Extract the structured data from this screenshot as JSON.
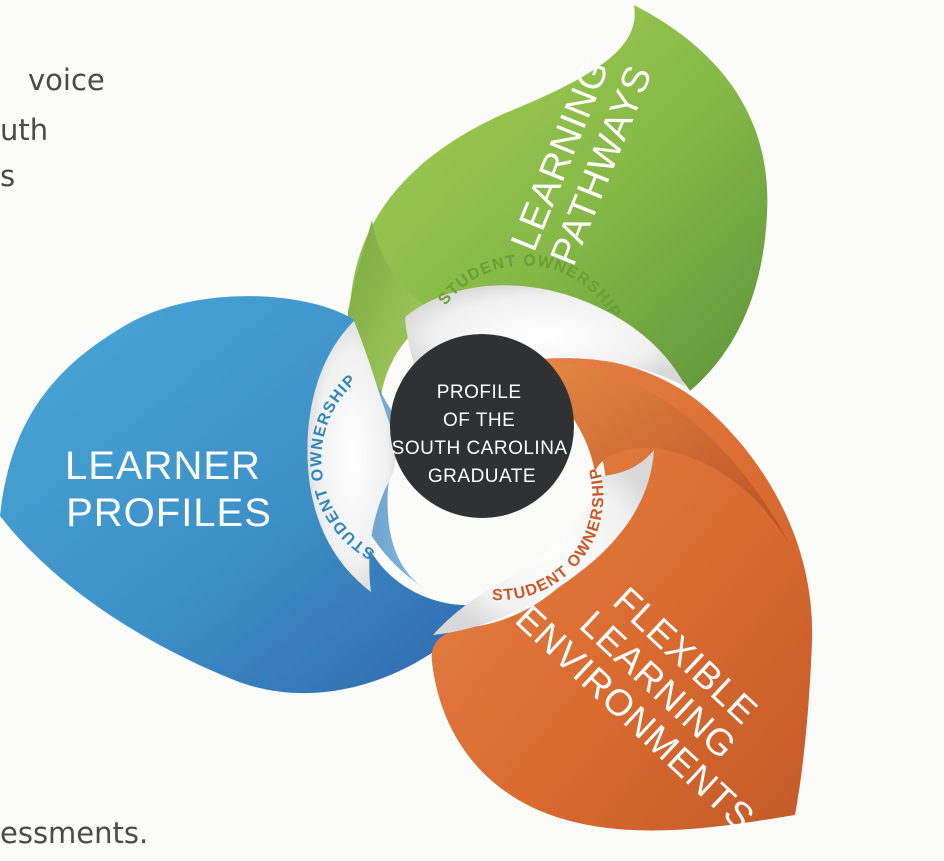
{
  "background_text": {
    "line1": "voice",
    "line2": "uth",
    "line3": "s",
    "bottom": "essments."
  },
  "center": {
    "lines": [
      "PROFILE",
      "OF THE",
      "SOUTH CAROLINA",
      "GRADUATE"
    ]
  },
  "petals": {
    "green": {
      "lines": [
        "LEARNING",
        "PATHWAYS"
      ],
      "color": "#8ebe48"
    },
    "blue": {
      "lines": [
        "LEARNER",
        "PROFILES"
      ],
      "color": "#3f97c9"
    },
    "orange": {
      "lines": [
        "FLEXIBLE",
        "LEARNING",
        "ENVIRONMENTS"
      ],
      "color": "#dd6e34"
    }
  },
  "ring_labels": {
    "top": "STUDENT OWNERSHIP",
    "left": "STUDENT OWNERSHIP",
    "right": "STUDENT OWNERSHIP"
  },
  "colors": {
    "center_fill": "#303132",
    "ring_fill": "#eeeeee",
    "green_text": "#6a9f36",
    "blue_text": "#2f86bd",
    "orange_text": "#c95a27"
  }
}
